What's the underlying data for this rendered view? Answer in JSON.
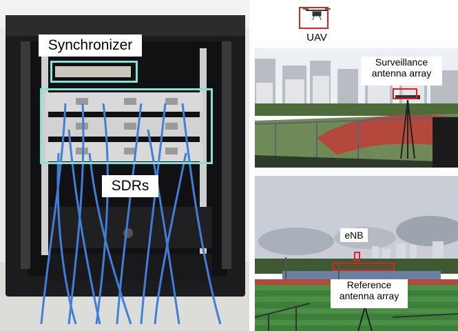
{
  "rack_photo": {
    "synchronizer_label": "Synchronizer",
    "sdrs_label": "SDRs",
    "highlight_color": "#7fe3d8"
  },
  "surveillance_photo": {
    "uav_label": "UAV",
    "array_label_line1": "Surveillance",
    "array_label_line2": "antenna array",
    "marker_color": "#e02020"
  },
  "reference_photo": {
    "enb_label": "eNB",
    "array_label_line1": "Reference",
    "array_label_line2": "antenna array",
    "marker_color": "#e02020"
  }
}
